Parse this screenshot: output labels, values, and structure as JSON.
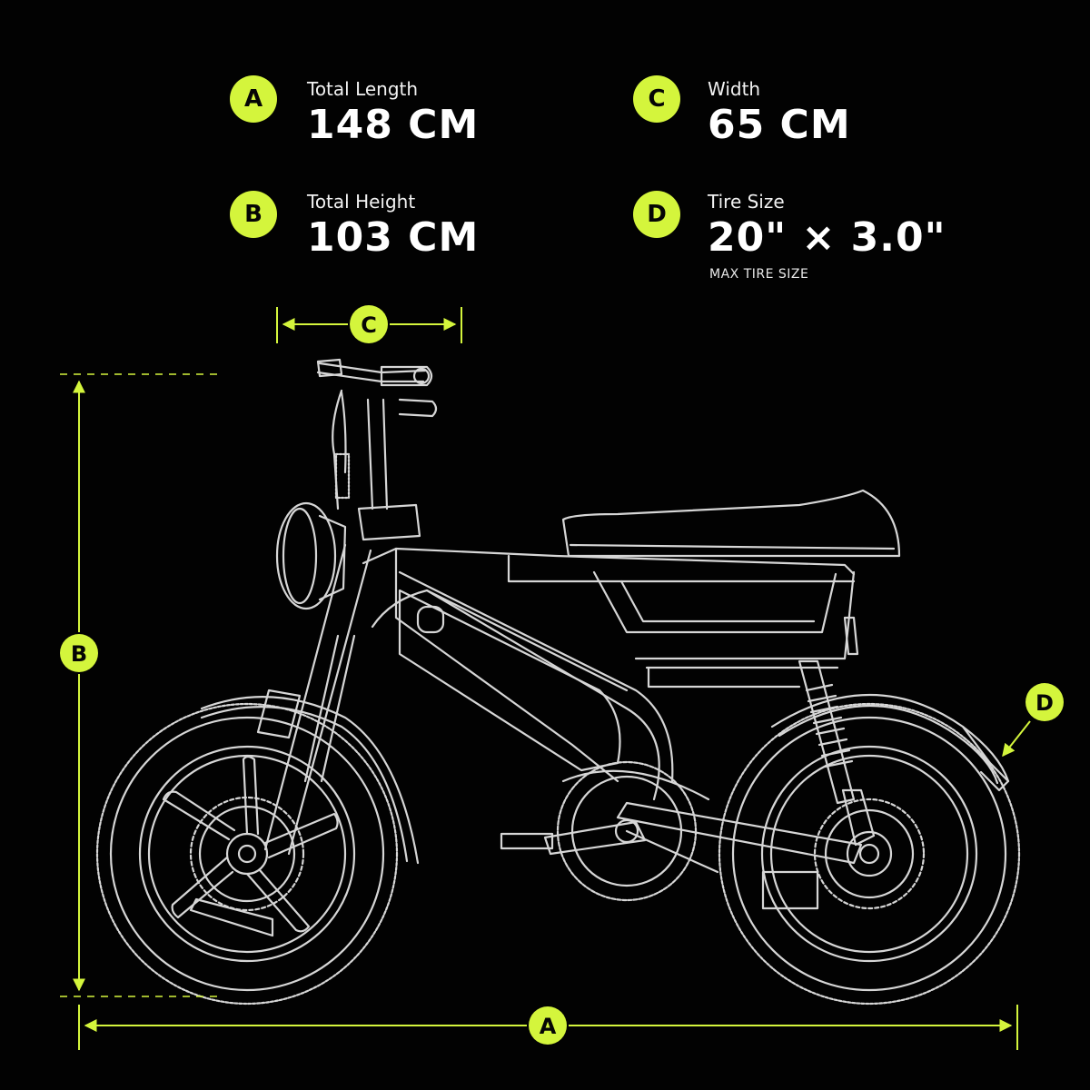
{
  "colors": {
    "accent": "#d4f53c",
    "background": "#020202",
    "line_art": "#d6d6d6",
    "text": "#ffffff"
  },
  "specs": [
    {
      "letter": "A",
      "label": "Total Length",
      "value": "148 CM"
    },
    {
      "letter": "B",
      "label": "Total Height",
      "value": "103 CM"
    },
    {
      "letter": "C",
      "label": "Width",
      "value": "65 CM"
    },
    {
      "letter": "D",
      "label": "Tire Size",
      "value": "20\" × 3.0\"",
      "note": "MAX TIRE SIZE"
    }
  ],
  "markers": {
    "length": "A",
    "height": "B",
    "width": "C",
    "tire": "D"
  }
}
